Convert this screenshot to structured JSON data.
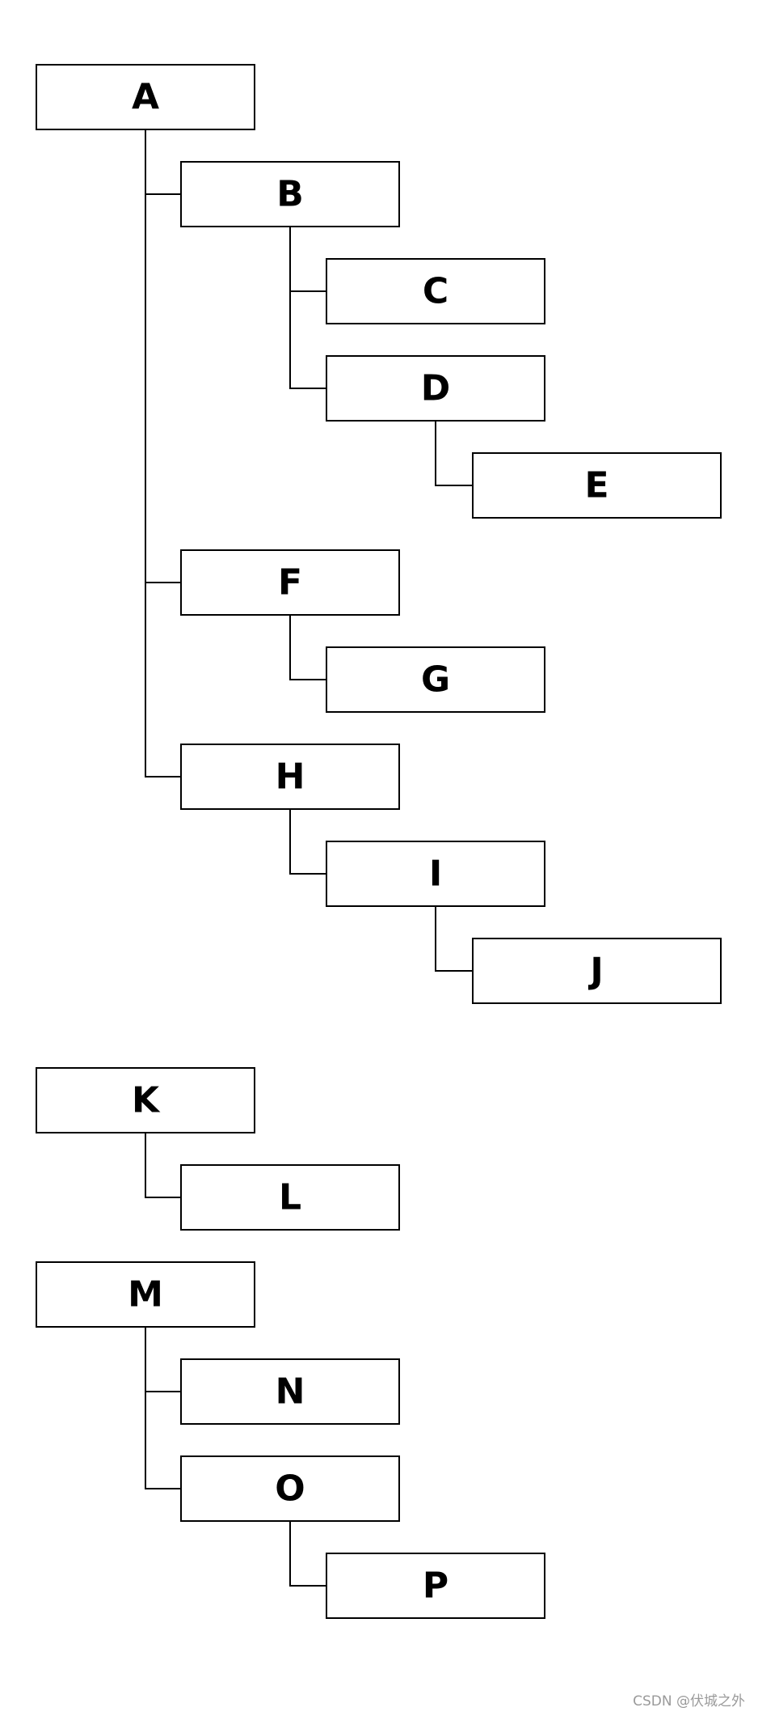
{
  "diagram": {
    "nodes": [
      {
        "id": "A",
        "label": "A"
      },
      {
        "id": "B",
        "label": "B"
      },
      {
        "id": "C",
        "label": "C"
      },
      {
        "id": "D",
        "label": "D"
      },
      {
        "id": "E",
        "label": "E"
      },
      {
        "id": "F",
        "label": "F"
      },
      {
        "id": "G",
        "label": "G"
      },
      {
        "id": "H",
        "label": "H"
      },
      {
        "id": "I",
        "label": "I"
      },
      {
        "id": "J",
        "label": "J"
      },
      {
        "id": "K",
        "label": "K"
      },
      {
        "id": "L",
        "label": "L"
      },
      {
        "id": "M",
        "label": "M"
      },
      {
        "id": "N",
        "label": "N"
      },
      {
        "id": "O",
        "label": "O"
      },
      {
        "id": "P",
        "label": "P"
      }
    ],
    "edges": [
      {
        "from": "A",
        "to": "B"
      },
      {
        "from": "B",
        "to": "C"
      },
      {
        "from": "B",
        "to": "D"
      },
      {
        "from": "D",
        "to": "E"
      },
      {
        "from": "A",
        "to": "F"
      },
      {
        "from": "F",
        "to": "G"
      },
      {
        "from": "A",
        "to": "H"
      },
      {
        "from": "H",
        "to": "I"
      },
      {
        "from": "I",
        "to": "J"
      },
      {
        "from": "K",
        "to": "L"
      },
      {
        "from": "M",
        "to": "N"
      },
      {
        "from": "M",
        "to": "O"
      },
      {
        "from": "O",
        "to": "P"
      }
    ]
  },
  "watermark": "CSDN @伏城之外"
}
